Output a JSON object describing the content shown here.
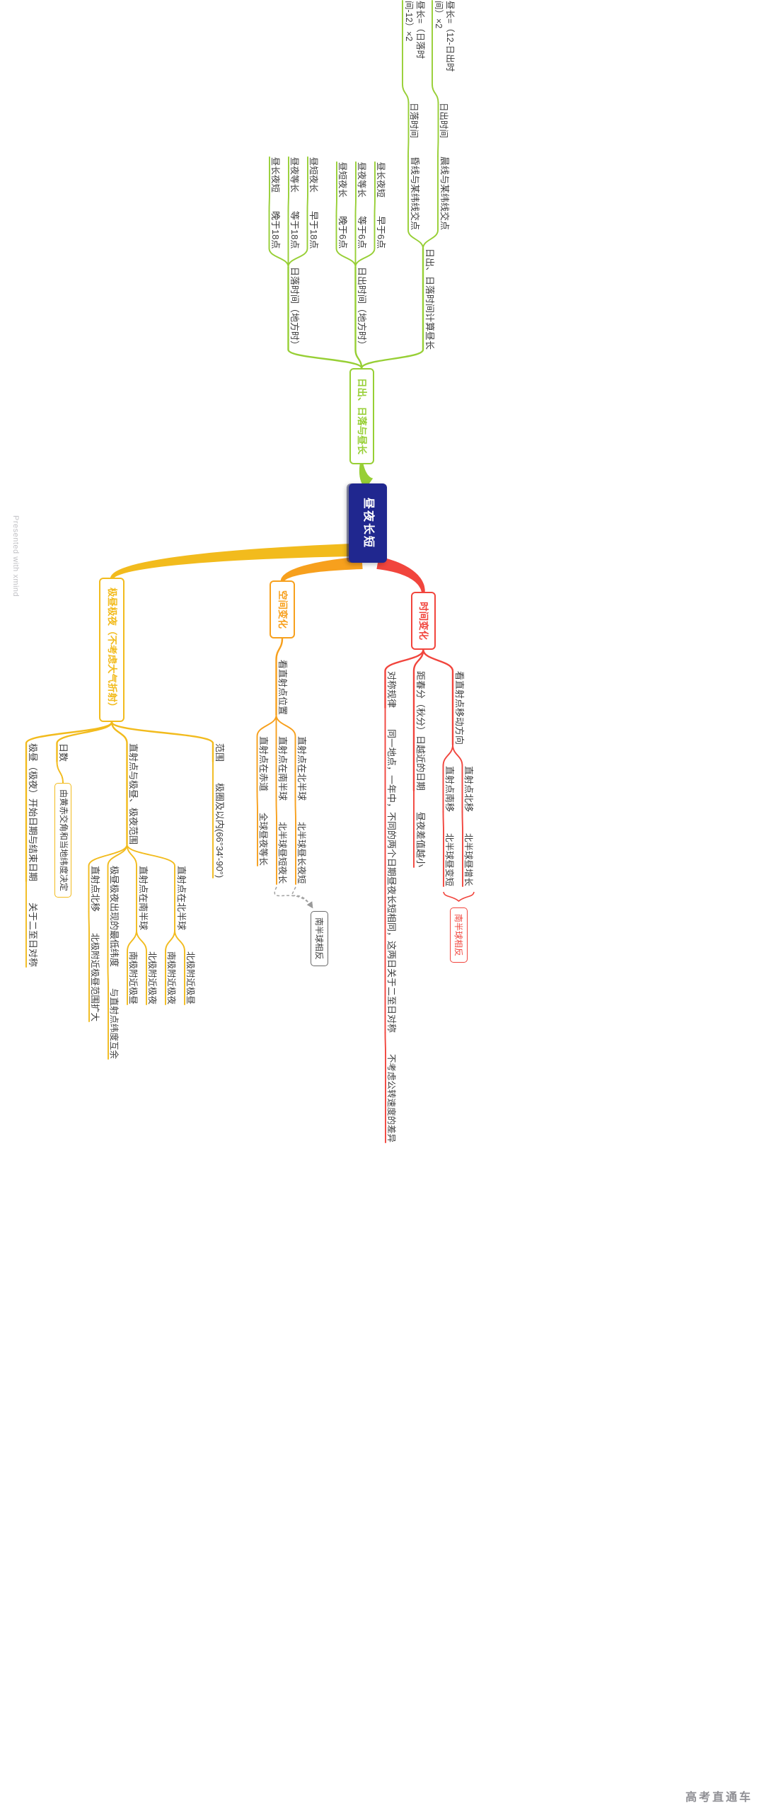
{
  "central": {
    "label": "昼夜长短",
    "bg": "#20278f",
    "text_color": "#ffffff"
  },
  "watermarks": {
    "side": "Presented with xmind",
    "corner": "高考直通车"
  },
  "branches": [
    {
      "id": "sunrise-sunset",
      "label": "日出、日落与昼长",
      "color": "#97cf35",
      "side": "left",
      "children": [
        {
          "label": "日出、日落时间计算昼长",
          "children": [
            {
              "label": "晨线与某纬线交点",
              "children": [
                {
                  "label": "日出时间",
                  "children": [
                    {
                      "label": "昼长=（12-日出时间）×2",
                      "wrap": true
                    }
                  ]
                }
              ]
            },
            {
              "label": "昏线与某纬线交点",
              "children": [
                {
                  "label": "日落时间",
                  "children": [
                    {
                      "label": "昼长=（日落时间-12）×2",
                      "wrap": true
                    }
                  ]
                }
              ]
            }
          ]
        },
        {
          "label": "日出时间（地方时）",
          "children": [
            {
              "label": "早于6点",
              "children": [
                {
                  "label": "昼长夜短"
                }
              ]
            },
            {
              "label": "等于6点",
              "children": [
                {
                  "label": "昼夜等长"
                }
              ]
            },
            {
              "label": "晚于6点",
              "children": [
                {
                  "label": "昼短夜长"
                }
              ]
            }
          ]
        },
        {
          "label": "日落时间（地方时）",
          "children": [
            {
              "label": "早于18点",
              "children": [
                {
                  "label": "昼短夜长"
                }
              ]
            },
            {
              "label": "等于18点",
              "children": [
                {
                  "label": "昼夜等长"
                }
              ]
            },
            {
              "label": "晚于18点",
              "children": [
                {
                  "label": "昼长夜短"
                }
              ]
            }
          ]
        }
      ]
    },
    {
      "id": "time-change",
      "label": "时间变化",
      "color": "#f1453d",
      "side": "right",
      "children": [
        {
          "label": "看直射点移动方向",
          "children": [
            {
              "label": "直射点北移",
              "children": [
                {
                  "label": "北半球昼增长",
                  "summary": "s1"
                }
              ]
            },
            {
              "label": "直射点南移",
              "children": [
                {
                  "label": "北半球昼变短",
                  "summary": "s1"
                }
              ]
            }
          ]
        },
        {
          "label": "距春分（秋分）日越近的日期",
          "children": [
            {
              "label": "昼夜差值越小"
            }
          ]
        },
        {
          "label": "对称规律",
          "children": [
            {
              "label": "同一地点，一年中，不同的两个日期昼夜长短相同，这两日关于二至日对称",
              "children": [
                {
                  "label": "不考虑公转速度的差异"
                }
              ]
            }
          ]
        }
      ],
      "summaries": [
        {
          "id": "s1",
          "label": "南半球相反"
        }
      ]
    },
    {
      "id": "space-change",
      "label": "空间变化",
      "color": "#f7a01d",
      "side": "right",
      "children": [
        {
          "label": "看直射点位置",
          "children": [
            {
              "label": "直射点在北半球",
              "children": [
                {
                  "label": "北半球昼长夜短",
                  "callout": "c1"
                }
              ]
            },
            {
              "label": "直射点在南半球",
              "children": [
                {
                  "label": "北半球昼短夜长",
                  "callout": "c1"
                }
              ]
            },
            {
              "label": "直射点在赤道",
              "children": [
                {
                  "label": "全球昼夜等长"
                }
              ]
            }
          ]
        }
      ],
      "callouts": [
        {
          "id": "c1",
          "label": "南半球相反"
        }
      ]
    },
    {
      "id": "polar-day-night",
      "label": "极昼极夜（不考虑大气折射）",
      "color": "#f2bb1d",
      "side": "right",
      "children": [
        {
          "label": "范围",
          "children": [
            {
              "label": "极圈及以内(66°34′-90°)"
            }
          ]
        },
        {
          "label": "直射点与极昼、极夜范围",
          "children": [
            {
              "label": "直射点在北半球",
              "children": [
                {
                  "label": "北极附近极昼"
                },
                {
                  "label": "南极附近极夜"
                }
              ]
            },
            {
              "label": "直射点在南半球",
              "children": [
                {
                  "label": "北极附近极夜"
                },
                {
                  "label": "南极附近极昼"
                }
              ]
            },
            {
              "label": "极昼极夜出现的最低纬度",
              "children": [
                {
                  "label": "与直射点纬度互余"
                }
              ]
            },
            {
              "label": "直射点北移",
              "children": [
                {
                  "label": "北极附近极昼范围扩大"
                }
              ]
            }
          ]
        },
        {
          "label": "日数",
          "children": [
            {
              "label": "由黄赤交角和当地纬度决定",
              "boxed": true
            }
          ]
        },
        {
          "label": "极昼（极夜）开始日期与结束日期",
          "children": [
            {
              "label": "关于二至日对称"
            }
          ]
        }
      ]
    }
  ]
}
